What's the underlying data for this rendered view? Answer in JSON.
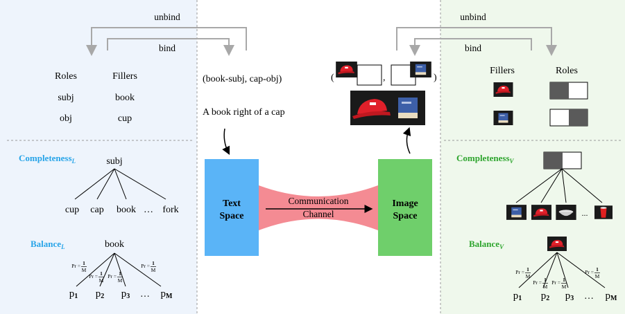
{
  "left_panel": {
    "unbind": "unbind",
    "bind": "bind",
    "roles_header": "Roles",
    "fillers_header": "Fillers",
    "rows": [
      {
        "role": "subj",
        "filler": "book"
      },
      {
        "role": "obj",
        "filler": "cup"
      }
    ],
    "completeness_main": "Completeness",
    "completeness_sub": "L",
    "completeness_root": "subj",
    "completeness_leaves": [
      "cup",
      "cap",
      "book",
      "…",
      "fork"
    ],
    "balance_main": "Balance",
    "balance_sub": "L",
    "balance_root": "book",
    "pr_prefix": "Pr",
    "pr_num": "1",
    "pr_den": "M",
    "p_main": "p",
    "p_subs": [
      "1",
      "2",
      "3",
      "M"
    ],
    "p_ellipsis": "…"
  },
  "middle": {
    "pair_text": "(book-subj, cap-obj)",
    "caption": "A book right of a cap",
    "text_space_line1": "Text",
    "text_space_line2": "Space",
    "channel_line1": "Communication",
    "channel_line2": "Channel",
    "image_space_line1": "Image",
    "image_space_line2": "Space",
    "paren_open": "(",
    "comma": ",",
    "paren_close": ")"
  },
  "right_panel": {
    "unbind": "unbind",
    "bind": "bind",
    "fillers_header": "Fillers",
    "roles_header": "Roles",
    "completeness_main": "Completeness",
    "completeness_sub": "V",
    "balance_main": "Balance",
    "balance_sub": "V",
    "ellipsis": "...",
    "pr_prefix": "Pr",
    "pr_num": "1",
    "pr_den": "M",
    "p_main": "p",
    "p_subs": [
      "1",
      "2",
      "3",
      "M"
    ],
    "p_ellipsis": "…"
  },
  "colors": {
    "left_bg": "#eef4fc",
    "right_bg": "#eff8ec",
    "text_space": "#5ab4f7",
    "image_space": "#6fcf6b",
    "channel": "#f48b93",
    "left_title": "#27a4e8",
    "right_title": "#2ea52e",
    "bracket": "#a8a8a8"
  },
  "icons": {
    "cap": "red-cap-icon",
    "book": "blue-book-icon",
    "bowl": "white-bowl-icon",
    "cup": "red-cup-icon"
  }
}
